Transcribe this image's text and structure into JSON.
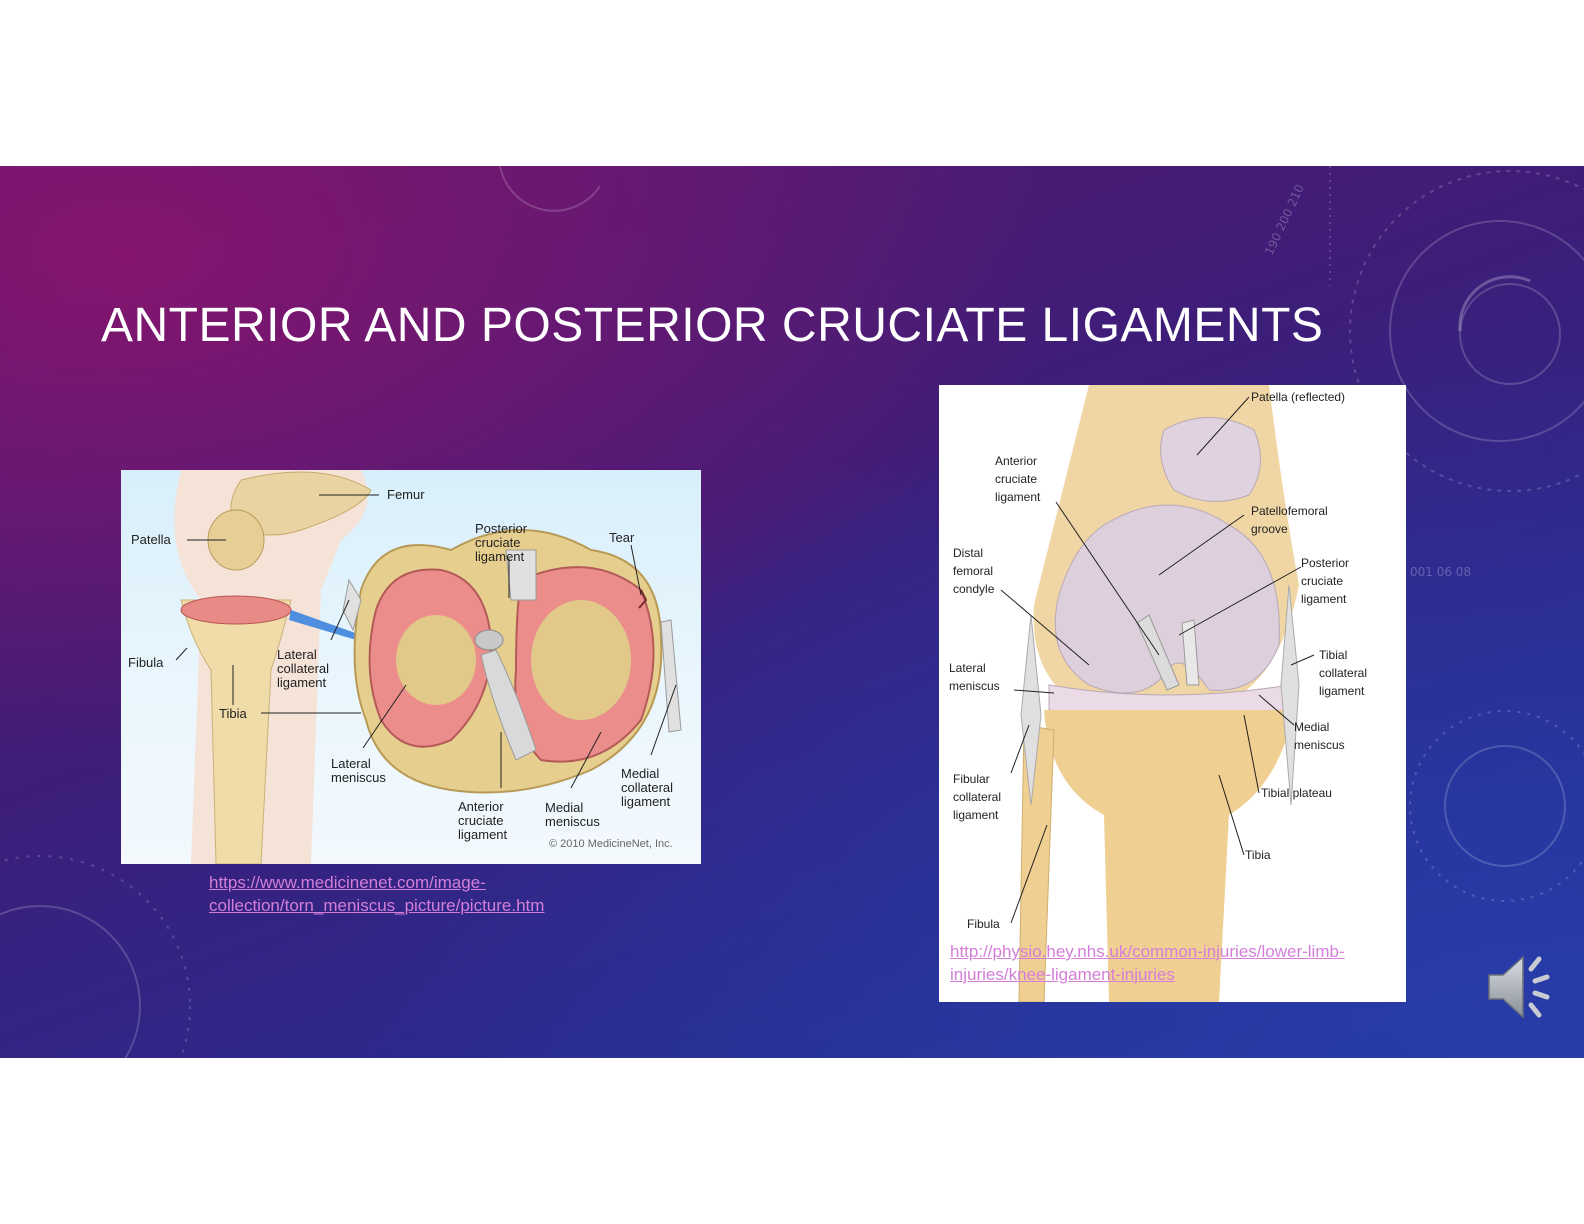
{
  "slide": {
    "title": "ANTERIOR AND POSTERIOR CRUCIATE LIGAMENTS"
  },
  "left_figure": {
    "labels": {
      "femur": "Femur",
      "patella": "Patella",
      "posterior_cruciate": [
        "Posterior",
        "cruciate",
        "ligament"
      ],
      "tear": "Tear",
      "fibula": "Fibula",
      "lateral_collateral": [
        "Lateral",
        "collateral",
        "ligament"
      ],
      "tibia": "Tibia",
      "lateral_meniscus": [
        "Lateral",
        "meniscus"
      ],
      "medial_collateral": [
        "Medial",
        "collateral",
        "ligament"
      ],
      "anterior_cruciate": [
        "Anterior",
        "cruciate",
        "ligament"
      ],
      "medial_meniscus": [
        "Medial",
        "meniscus"
      ],
      "copyright": "© 2010 MedicineNet, Inc."
    },
    "link_text": "https://www.medicinenet.com/image-collection/torn_meniscus_picture/picture.htm"
  },
  "right_figure": {
    "labels": {
      "patella_reflected": "Patella (reflected)",
      "anterior_cruciate": [
        "Anterior",
        "cruciate",
        "ligament"
      ],
      "patellofemoral": [
        "Patellofemoral",
        "groove"
      ],
      "distal_femoral": [
        "Distal",
        "femoral",
        "condyle"
      ],
      "posterior_cruciate": [
        "Posterior",
        "cruciate",
        "ligament"
      ],
      "lateral_meniscus": [
        "Lateral",
        "meniscus"
      ],
      "tibial_collateral": [
        "Tibial",
        "collateral",
        "ligament"
      ],
      "medial_meniscus": [
        "Medial",
        "meniscus"
      ],
      "fibular_collateral": [
        "Fibular",
        "collateral",
        "ligament"
      ],
      "tibial_plateau": "Tibial plateau",
      "tibia": "Tibia",
      "fibula": "Fibula"
    },
    "link_text": "http://physio.hey.nhs.uk/common-injuries/lower-limb-injuries/knee-ligament-injuries"
  },
  "colors": {
    "title_text": "#ffffff",
    "link": "#d57ed9",
    "slide_bg_top": "#5a1a6e",
    "slide_bg_bottom": "#223a9e"
  },
  "icons": {
    "audio": "speaker-icon"
  }
}
